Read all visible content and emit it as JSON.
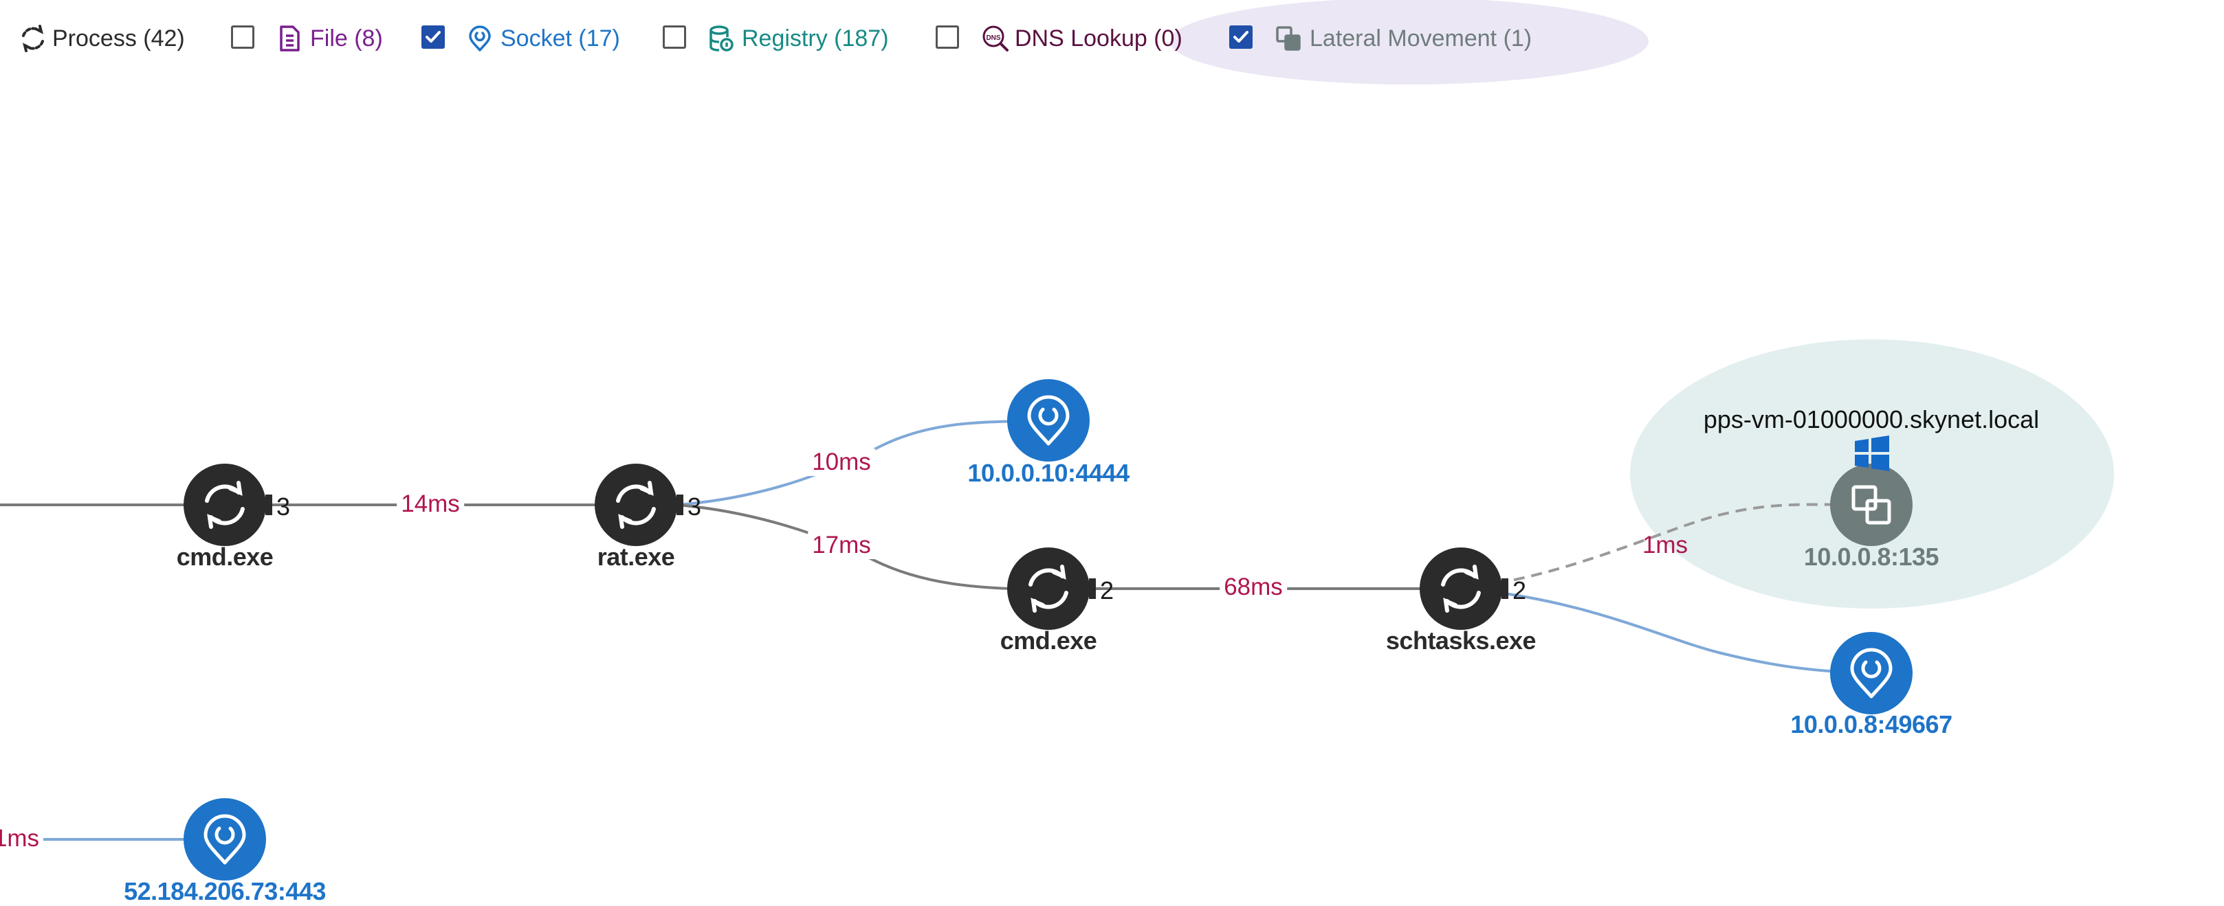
{
  "filters": [
    {
      "label": "Process (42)",
      "icon": "process-icon",
      "color": "#2b2b2b",
      "checked": null
    },
    {
      "label": "File (8)",
      "icon": "file-icon",
      "color": "#7a1f8f",
      "checked": false
    },
    {
      "label": "Socket (17)",
      "icon": "socket-icon",
      "color": "#1e74c8",
      "checked": true
    },
    {
      "label": "Registry (187)",
      "icon": "registry-icon",
      "color": "#178a84",
      "checked": false
    },
    {
      "label": "DNS Lookup (0)",
      "icon": "dns-icon",
      "color": "#5a1040",
      "checked": false
    },
    {
      "label": "Lateral Movement (1)",
      "icon": "lateral-movement-icon",
      "color": "#6f7c7c",
      "checked": true
    }
  ],
  "graph": {
    "nodes": {
      "cmd1": {
        "label": "cmd.exe",
        "type": "process",
        "count": "3"
      },
      "rat": {
        "label": "rat.exe",
        "type": "process",
        "count": "3"
      },
      "cmd2": {
        "label": "cmd.exe",
        "type": "process",
        "count": "2"
      },
      "schtasks": {
        "label": "schtasks.exe",
        "type": "process",
        "count": "2"
      },
      "sock1": {
        "label": "10.0.0.10:4444",
        "type": "socket"
      },
      "sock2": {
        "label": "10.0.0.8:49667",
        "type": "socket"
      },
      "sock3": {
        "label": "52.184.206.73:443",
        "type": "socket"
      },
      "lateral": {
        "label": "10.0.0.8:135",
        "type": "lateral-movement",
        "host": "pps-vm-01000000.skynet.local",
        "os_icon": "windows-icon"
      }
    },
    "edges": [
      {
        "from": "offscreen-left",
        "to": "cmd1",
        "label": ""
      },
      {
        "from": "cmd1",
        "to": "rat",
        "label": "14ms"
      },
      {
        "from": "rat",
        "to": "sock1",
        "label": "10ms"
      },
      {
        "from": "rat",
        "to": "cmd2",
        "label": "17ms"
      },
      {
        "from": "cmd2",
        "to": "schtasks",
        "label": "68ms"
      },
      {
        "from": "schtasks",
        "to": "lateral",
        "label": "1ms"
      },
      {
        "from": "schtasks",
        "to": "sock2",
        "label": ""
      },
      {
        "from": "offscreen-left",
        "to": "sock3",
        "label": "1ms"
      }
    ]
  },
  "colors": {
    "process_node": "#2b2b2b",
    "socket_node": "#1e74c8",
    "lateral_node": "#6f7c7c",
    "process_edge": "#7a7a7a",
    "socket_edge": "#7fa8d8",
    "edge_label": "#b0154f",
    "host_highlight": "#e3efef",
    "lateral_highlight": "#ebe7f4",
    "windows_logo": "#1569c7"
  }
}
